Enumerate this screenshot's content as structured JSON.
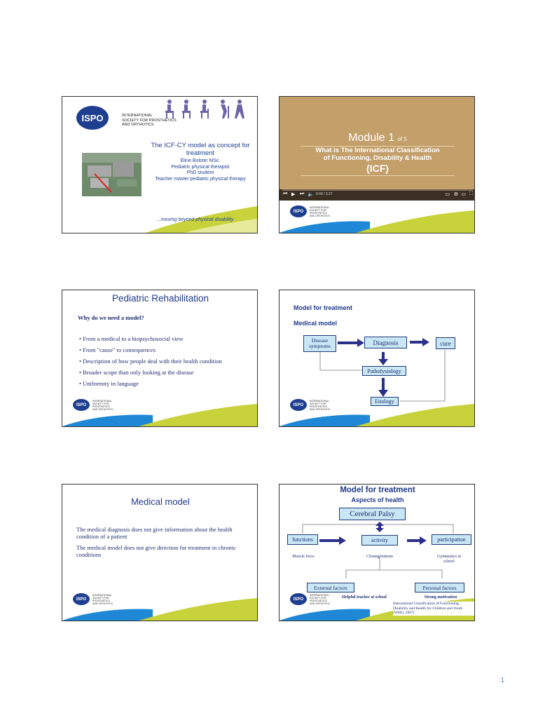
{
  "page_number": "1",
  "slide1": {
    "logo": "ISPO",
    "org_lines": [
      "INTERNATIONAL",
      "SOCIETY FOR PROSTHETICS",
      "AND ORTHOTICS"
    ],
    "title": "The ICF-CY model as concept for treatment",
    "author": "Eline Bolster MSc.",
    "lines": [
      "Pediatric physical therapist",
      "PhD student",
      "Teacher master pediatric physical therapy"
    ],
    "tagline": "...moving beyond physical disability"
  },
  "slide2": {
    "module": "Module 1",
    "of": "of 5",
    "subtitle_lines": [
      "What is The International Classification",
      "of Functioning, Disability & Health"
    ],
    "acronym": "(ICF)",
    "video_time": "0:00 / 3:27"
  },
  "slide3": {
    "title": "Pediatric Rehabilitation",
    "question": "Why do we need a model?",
    "bullets": [
      "From a medical to a biopsychosocial view",
      "From \"cause\" to consequences",
      "Description of how people deal with their health condition",
      "Broader scope than only looking at the disease",
      "Uniformity in language"
    ]
  },
  "slide4": {
    "title": "Model for treatment",
    "subtitle": "Medical model",
    "disease": "Disease symptoms",
    "diagnosis": "Diagnosis",
    "cure": "cure",
    "pathophysiology": "Pathofysiology",
    "etiology": "Etiology"
  },
  "slide5": {
    "title": "Medical model",
    "p1": "The medical diagnosis does not give information about the health condition of a patient",
    "p2": "The medical model does not give direction for treatment in chronic conditions"
  },
  "slide6": {
    "title": "Model for treatment",
    "subtitle": "Aspects of health",
    "condition": "Cerebral Palsy",
    "functions": "functions",
    "activity": "activity",
    "participation": "participation",
    "ex_functions": "Muscle force",
    "ex_activity": "Closing buttons",
    "ex_participation": "Gymnastics at school",
    "external": "External factors",
    "personal": "Personal factors",
    "ex_external": "Helpful teacher at school",
    "ex_personal": "Strong motivation",
    "reference_lines": [
      "International Classification of Functioning,",
      "Disability and Health for Children and Youth",
      "(WHO, 2007)"
    ]
  }
}
